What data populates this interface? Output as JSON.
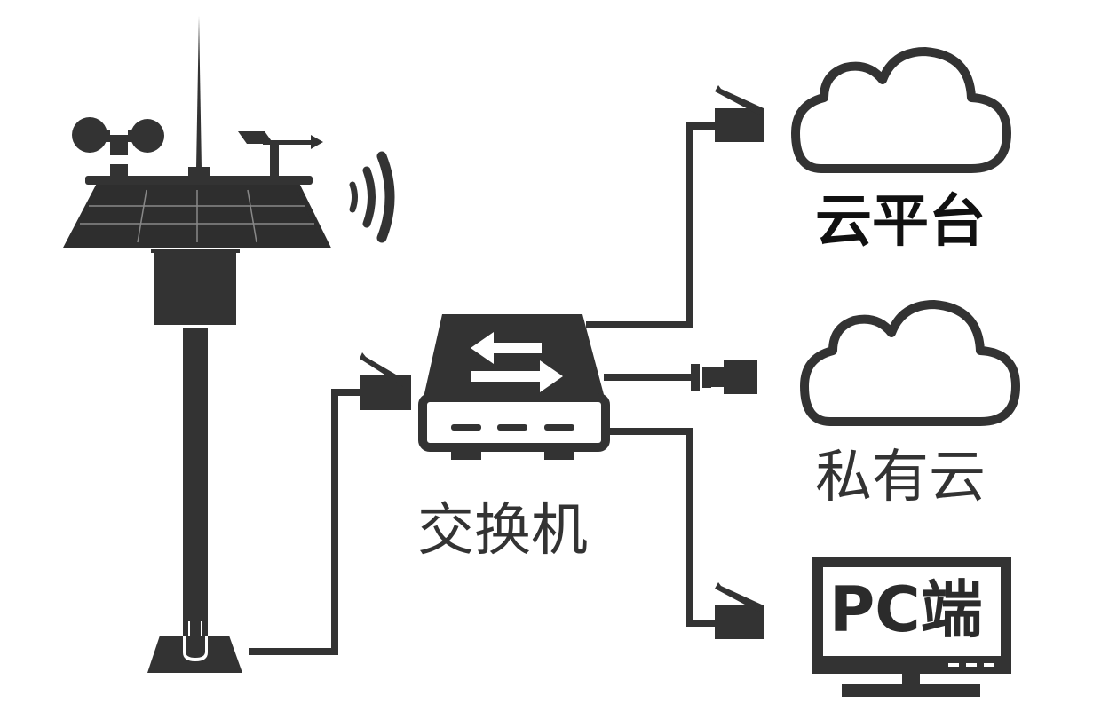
{
  "labels": {
    "switch": "交换机",
    "cloud_platform": "云平台",
    "private_cloud": "私有云",
    "pc": "PC端"
  },
  "colors": {
    "ink": "#333333",
    "panel": "#3a3a3a",
    "background": "#ffffff"
  },
  "icons": {
    "station": "weather-station-icon",
    "wifi": "wireless-signal-icon",
    "switch": "network-switch-icon",
    "cloud": "cloud-icon",
    "pc": "monitor-icon",
    "plug": "network-plug-icon"
  }
}
